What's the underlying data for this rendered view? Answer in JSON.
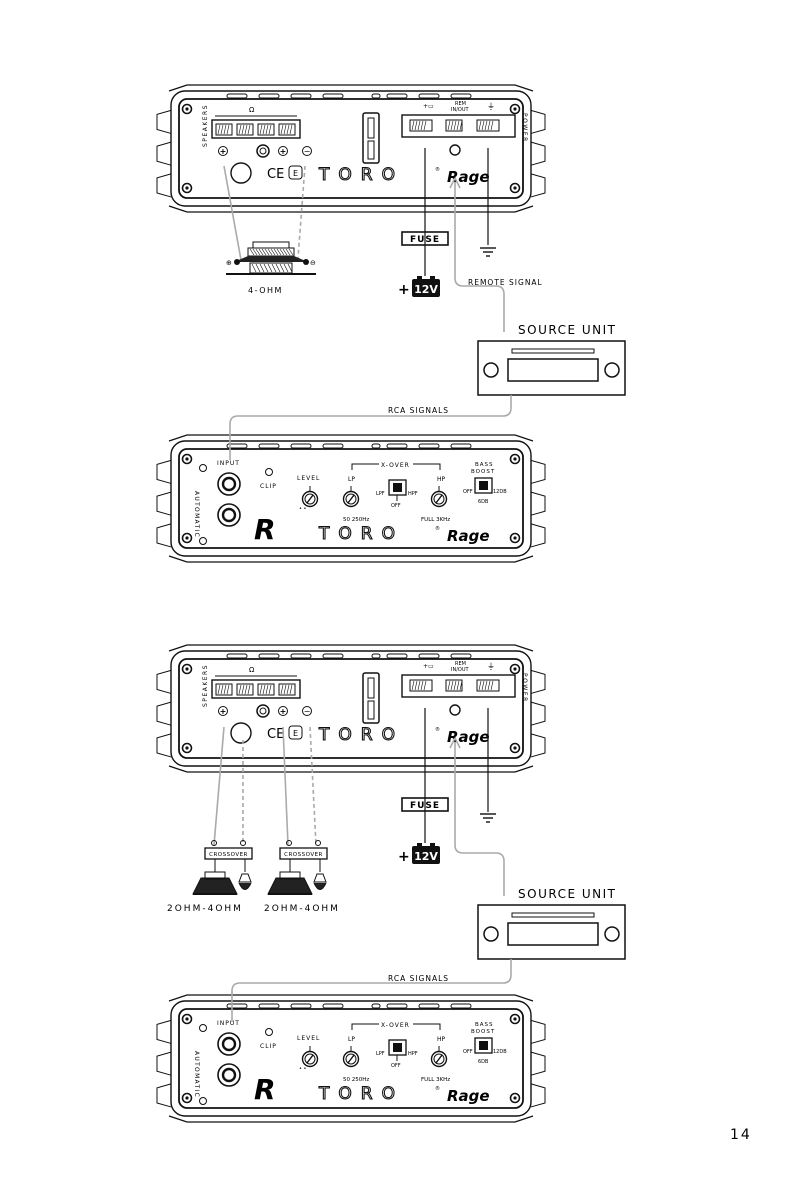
{
  "page": {
    "number": "14"
  },
  "amp_top": {
    "speakers_label": "SPEAKERS",
    "ohm_label": "Ω",
    "power_label": "POWER",
    "rem_label": "REM\nIN/OUT",
    "brand": "TORO",
    "model": "Rage"
  },
  "amp_bottom": {
    "input_label": "INPUT",
    "auto_label": "AUTOMATIC",
    "clip_label": "CLIP",
    "level_label": "LEVEL",
    "xover_label": "X-OVER",
    "lp_label": "LP",
    "hp_label": "HP",
    "lpf_label": "LPF",
    "off_label": "OFF",
    "hpf_label": "HPF",
    "lp_range": "50  250Hz",
    "hp_range": "FULL  3KHz",
    "bass_label": "BASS\nBOOST",
    "bass_off": "OFF",
    "bass_6db": "6DB",
    "bass_12db": "12DB",
    "logo_letter": "R",
    "brand": "TORO",
    "model": "Rage"
  },
  "diagram1": {
    "fuse": "FUSE",
    "battery": "12V",
    "plus": "+",
    "speaker_label": "4-OHM",
    "remote": "REMOTE SIGNAL",
    "source_unit": "SOURCE UNIT",
    "rca": "RCA SIGNALS"
  },
  "diagram2": {
    "fuse": "FUSE",
    "battery": "12V",
    "plus": "+",
    "crossover_a": "CROSSOVER",
    "crossover_b": "CROSSOVER",
    "speaker_a": "2OHM-4OHM",
    "speaker_b": "2OHM-4OHM",
    "source_unit": "SOURCE UNIT",
    "rca": "RCA SIGNALS"
  }
}
